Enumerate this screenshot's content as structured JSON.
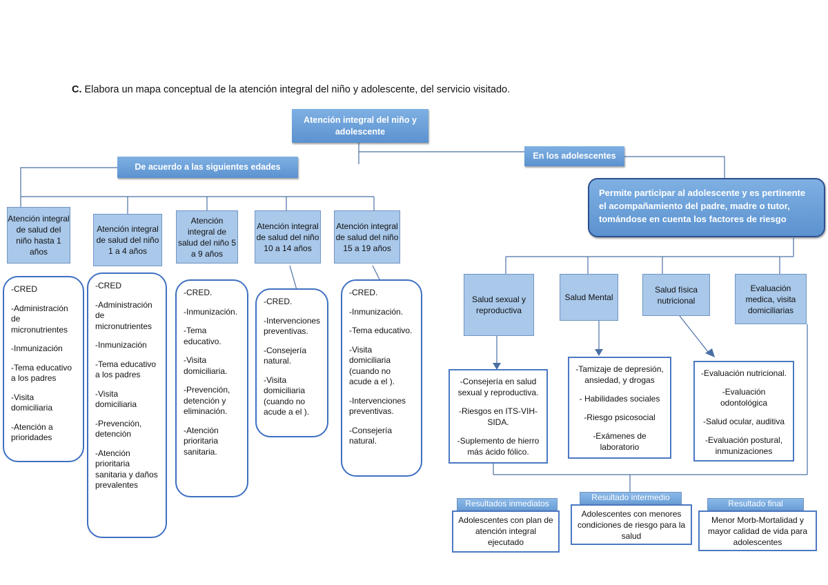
{
  "heading": {
    "letter": "C.",
    "text": "Elabora un mapa conceptual de la atención integral del niño y adolescente, del servicio visitado."
  },
  "root": "Atención integral del niño y adolescente",
  "left_branch": "De acuerdo a las siguientes edades",
  "right_branch": "En los adolescentes",
  "age_groups": [
    {
      "title": "Atención integral de salud del niño hasta 1 años",
      "items": [
        "-CRED",
        "-Administración de micronutrientes",
        "-Inmunización",
        "-Tema educativo a los padres",
        "-Visita domiciliaria",
        "-Atención a prioridades"
      ]
    },
    {
      "title": "Atención integral de salud del niño 1 a 4 años",
      "items": [
        "-CRED",
        "-Administración de micronutrientes",
        "-Inmunización",
        "-Tema educativo a los padres",
        "-Visita domiciliaria",
        "-Prevención, detención",
        "-Atención prioritaria sanitaria y daños prevalentes"
      ]
    },
    {
      "title": "Atención integral de salud del niño 5 a 9 años",
      "items": [
        "-CRED.",
        "-Inmunización.",
        "-Tema educativo.",
        "-Visita domiciliaria.",
        "-Prevención, detención y eliminación.",
        "-Atención prioritaria sanitaria."
      ]
    },
    {
      "title": "Atención integral de salud del niño 10 a 14 años",
      "items": [
        "-CRED.",
        "-Intervenciones preventivas.",
        "-Consejería natural.",
        "-Visita domiciliaria (cuando no acude a el )."
      ]
    },
    {
      "title": "Atención integral de salud del niño 15 a 19 años",
      "items": [
        "-CRED.",
        "-Inmunización.",
        "-Tema educativo.",
        "-Visita domiciliaria (cuando no acude a el ).",
        "-Intervenciones preventivas.",
        "-Consejería natural."
      ]
    }
  ],
  "permite": "Permite participar al adolescente y es pertinente el acompañamiento del padre, madre o tutor, tomándose en cuenta los factores de riesgo",
  "areas": [
    {
      "title": "Salud sexual y reproductiva",
      "items": [
        "-Consejería en salud sexual y reproductiva.",
        "-Riesgos en ITS-VIH-SIDA.",
        "-Suplemento de hierro más ácido fólico."
      ]
    },
    {
      "title": "Salud Mental",
      "items": [
        "-Tamizaje de depresión, ansiedad, y drogas",
        "- Habilidades sociales",
        "-Riesgo psicosocial",
        "-Exámenes de laboratorio"
      ]
    },
    {
      "title": "Salud física nutricional",
      "items": [
        "-Evaluación nutricional.",
        "-Evaluación odontológica",
        "-Salud ocular, auditiva",
        "-Evaluación postural, inmunizaciones"
      ]
    },
    {
      "title": "Evaluación medica, visita domiciliarias",
      "items": []
    }
  ],
  "results": [
    {
      "label": "Resultados inmediatos",
      "text": "Adolescentes con plan de atención integral ejecutado"
    },
    {
      "label": "Resultado intermedio",
      "text": "Adolescentes con menores condiciones de riesgo para la salud"
    },
    {
      "label": "Resultado final",
      "text": "Menor Morb-Mortalidad y mayor calidad de vida para adolescentes"
    }
  ],
  "colors": {
    "banner": "#5b92cf",
    "light_box": "#a9c8ea",
    "border": "#3d6fc1",
    "line": "#4a6fa5"
  }
}
